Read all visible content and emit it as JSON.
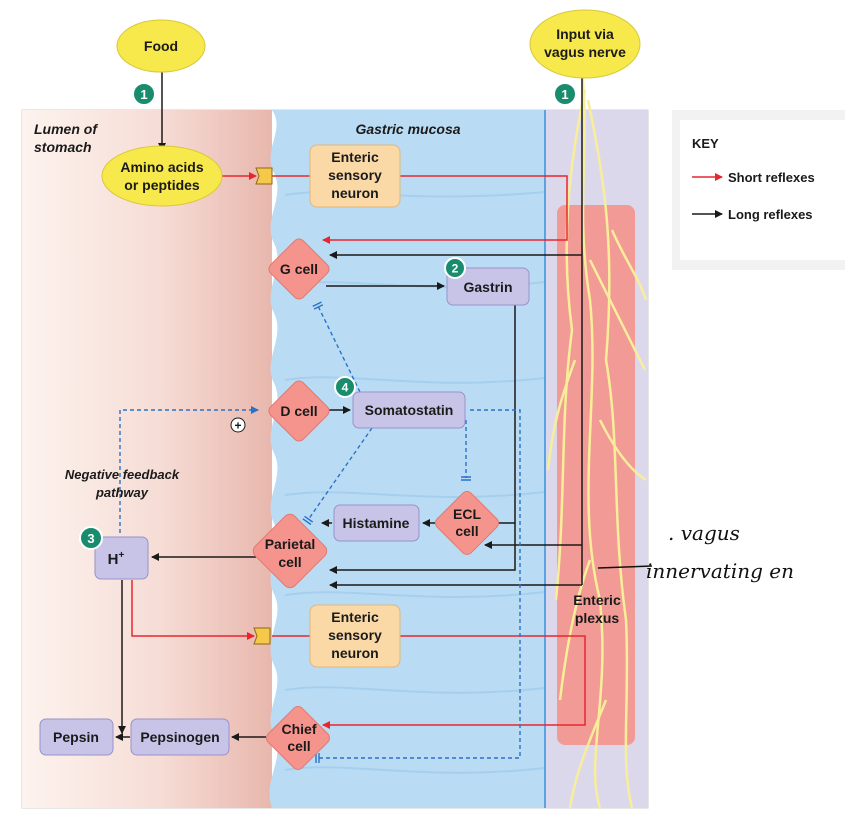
{
  "inputs": {
    "food": "Food",
    "vagus": [
      "Input via",
      "vagus nerve"
    ]
  },
  "regions": {
    "lumen": [
      "Lumen of",
      "stomach"
    ],
    "mucosa": "Gastric mucosa",
    "enteric_plexus": [
      "Enteric",
      "plexus"
    ]
  },
  "key": {
    "title": "KEY",
    "short": "Short reflexes",
    "long": "Long reflexes",
    "short_color": "#e8262e",
    "long_color": "#1a1a1a"
  },
  "nodes": {
    "amino": [
      "Amino acids",
      "or peptides"
    ],
    "sensory1": [
      "Enteric",
      "sensory",
      "neuron"
    ],
    "sensory2": [
      "Enteric",
      "sensory",
      "neuron"
    ],
    "g_cell": "G cell",
    "gastrin": "Gastrin",
    "d_cell": "D cell",
    "somatostatin": "Somatostatin",
    "ecl_cell": [
      "ECL",
      "cell"
    ],
    "histamine": "Histamine",
    "parietal": [
      "Parietal",
      "cell"
    ],
    "h_plus": "H",
    "h_plus_sup": "+",
    "chief": [
      "Chief",
      "cell"
    ],
    "pepsinogen": "Pepsinogen",
    "pepsin": "Pepsin"
  },
  "badges": {
    "food": "1",
    "vagus": "1",
    "gastrin": "2",
    "h_plus": "3",
    "somatostatin": "4"
  },
  "feedback": {
    "label": [
      "Negative feedback",
      "pathway"
    ],
    "plus": "+"
  },
  "annotation": [
    ". vagus",
    "innervating en"
  ],
  "colors": {
    "yellow": "#f7e84b",
    "salmon": "#f4948c",
    "lavender": "#c8c4e8",
    "tan": "#fbd9a6",
    "mucosa": "#b9dcf4",
    "plexus_bg": "#dcd8ec",
    "teal": "#1a8c6e",
    "dashed": "#2a72c8"
  }
}
